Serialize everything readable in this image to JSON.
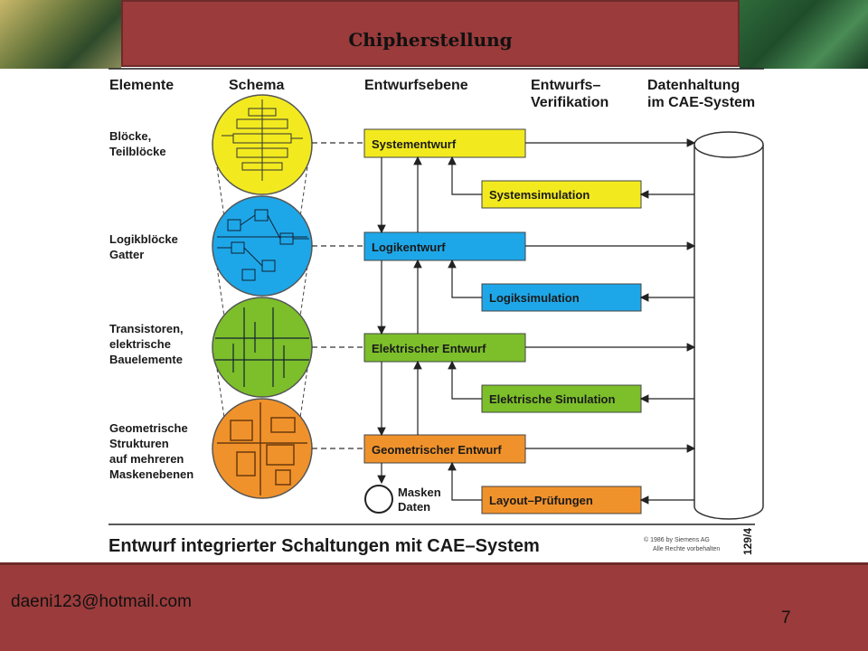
{
  "slide": {
    "title": "Chipherstellung",
    "footer_email": "daeni123@hotmail.com",
    "page_number": "7"
  },
  "figure": {
    "headers": {
      "elemente": "Elemente",
      "schema": "Schema",
      "entwurfsebene": "Entwurfsebene",
      "verifikation_1": "Entwurfs–",
      "verifikation_2": "Verifikation",
      "datenhaltung_1": "Datenhaltung",
      "datenhaltung_2": "im CAE-System"
    },
    "elements": [
      {
        "line1": "Blöcke,",
        "line2": "Teilblöcke",
        "color": "#f2ea1f"
      },
      {
        "line1": "Logikblöcke",
        "line2": "Gatter",
        "color": "#1ea7e8"
      },
      {
        "line1": "Transistoren,",
        "line2": "elektrische",
        "line3": "Bauelemente",
        "color": "#7cbf2a"
      },
      {
        "line1": "Geometrische",
        "line2": "Strukturen",
        "line3": "auf mehreren",
        "line4": "Maskenebenen",
        "color": "#f0922b"
      }
    ],
    "design_levels": [
      "Systementwurf",
      "Logikentwurf",
      "Elektrischer Entwurf",
      "Geometrischer Entwurf"
    ],
    "verifications": [
      "Systemsimulation",
      "Logiksimulation",
      "Elektrische Simulation",
      "Layout–Prüfungen"
    ],
    "masken_1": "Masken",
    "masken_2": "Daten",
    "caption": "Entwurf integrierter Schaltungen mit CAE–System",
    "copyright_1": "© 1986 by Siemens AG",
    "copyright_2": "Alle Rechte vorbehalten",
    "figure_code": "129/4"
  }
}
